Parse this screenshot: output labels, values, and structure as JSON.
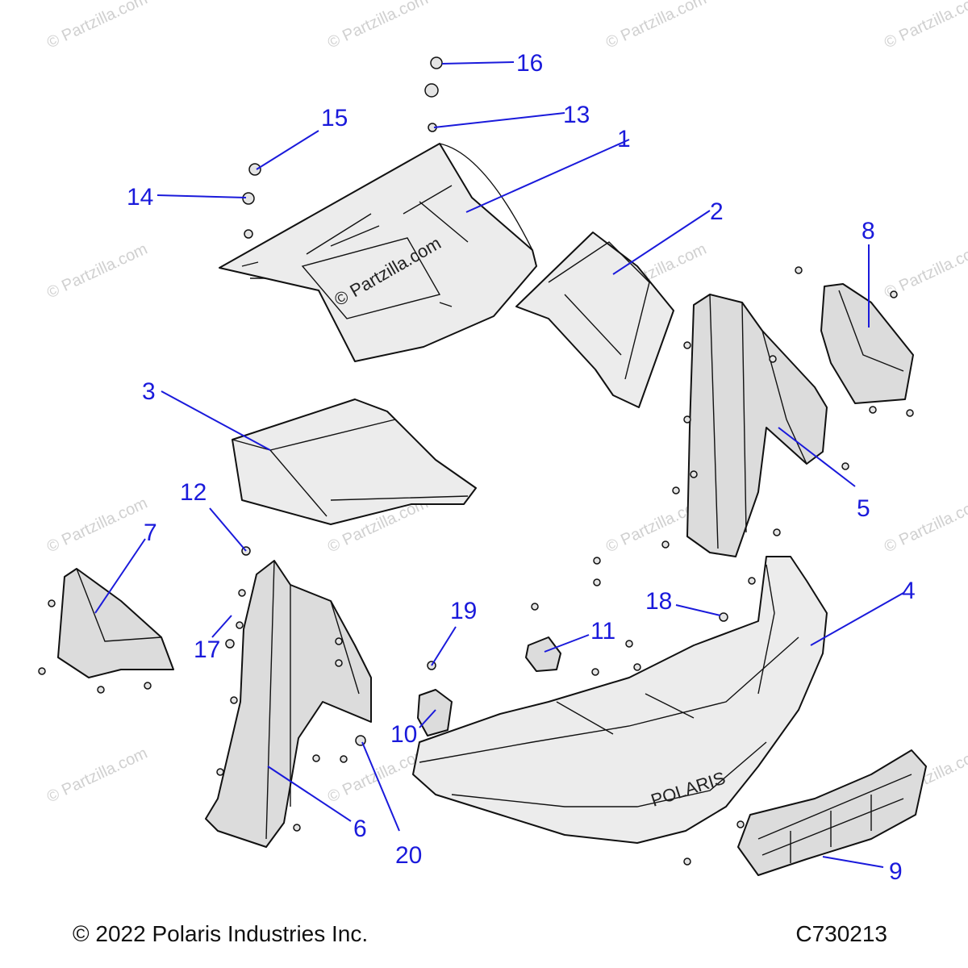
{
  "callouts": [
    "1",
    "2",
    "3",
    "4",
    "5",
    "6",
    "7",
    "8",
    "9",
    "10",
    "11",
    "12",
    "13",
    "14",
    "15",
    "16",
    "17",
    "18",
    "19",
    "20"
  ],
  "watermark": "© Partzilla.com",
  "copyright": "© 2022 Polaris Industries Inc.",
  "drawing_id": "C730213",
  "bumper_logo": "POLARIS",
  "colors": {
    "callout": "#1a1adb",
    "line": "#111111",
    "fill": "#dcdcdc"
  }
}
